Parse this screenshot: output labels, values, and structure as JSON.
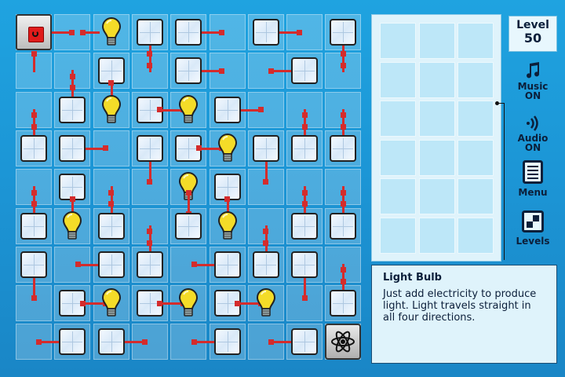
{
  "game": {
    "rows": 9,
    "cols": 9,
    "pieces": [
      {
        "type": "source",
        "r": 0,
        "c": 0,
        "right": true
      },
      {
        "type": "bulb",
        "r": 0,
        "c": 2,
        "left": true
      },
      {
        "type": "tile",
        "r": 0,
        "c": 3,
        "down": true
      },
      {
        "type": "tile",
        "r": 0,
        "c": 4,
        "right": true
      },
      {
        "type": "tile",
        "r": 0,
        "c": 6,
        "right": true
      },
      {
        "type": "tile",
        "r": 0,
        "c": 8,
        "down": true
      },
      {
        "type": "tile",
        "r": 1,
        "c": 2,
        "down": true
      },
      {
        "type": "tile",
        "r": 1,
        "c": 4,
        "right": true
      },
      {
        "type": "tile",
        "r": 1,
        "c": 7,
        "left": true
      },
      {
        "type": "wire",
        "r": 1,
        "c": 0,
        "up": true
      },
      {
        "type": "wire",
        "r": 1,
        "c": 1,
        "down": true
      },
      {
        "type": "wire",
        "r": 1,
        "c": 3,
        "up": true
      },
      {
        "type": "wire",
        "r": 1,
        "c": 8,
        "up": true
      },
      {
        "type": "tile",
        "r": 2,
        "c": 1,
        "up": true
      },
      {
        "type": "bulb",
        "r": 2,
        "c": 2,
        "up": true
      },
      {
        "type": "tile",
        "r": 2,
        "c": 3,
        "right": true
      },
      {
        "type": "bulb",
        "r": 2,
        "c": 4,
        "left": true
      },
      {
        "type": "tile",
        "r": 2,
        "c": 5,
        "right": true
      },
      {
        "type": "wire",
        "r": 2,
        "c": 0,
        "down": true
      },
      {
        "type": "wire",
        "r": 2,
        "c": 7,
        "down": true
      },
      {
        "type": "wire",
        "r": 2,
        "c": 8,
        "down": true
      },
      {
        "type": "tile",
        "r": 3,
        "c": 0,
        "up": true
      },
      {
        "type": "tile",
        "r": 3,
        "c": 1,
        "right": true
      },
      {
        "type": "tile",
        "r": 3,
        "c": 3,
        "down": true
      },
      {
        "type": "tile",
        "r": 3,
        "c": 4,
        "right": true
      },
      {
        "type": "bulb",
        "r": 3,
        "c": 5,
        "left": true
      },
      {
        "type": "tile",
        "r": 3,
        "c": 6,
        "down": true
      },
      {
        "type": "tile",
        "r": 3,
        "c": 7,
        "up": true
      },
      {
        "type": "tile",
        "r": 3,
        "c": 8,
        "up": true
      },
      {
        "type": "tile",
        "r": 4,
        "c": 1,
        "down": true
      },
      {
        "type": "bulb",
        "r": 4,
        "c": 4,
        "down": true
      },
      {
        "type": "tile",
        "r": 4,
        "c": 5,
        "down": true
      },
      {
        "type": "wire",
        "r": 4,
        "c": 0,
        "down": true
      },
      {
        "type": "wire",
        "r": 4,
        "c": 2,
        "down": true
      },
      {
        "type": "wire",
        "r": 4,
        "c": 7,
        "down": true
      },
      {
        "type": "wire",
        "r": 4,
        "c": 8,
        "down": true
      },
      {
        "type": "tile",
        "r": 5,
        "c": 0,
        "up": true
      },
      {
        "type": "bulb",
        "r": 5,
        "c": 1,
        "up": true
      },
      {
        "type": "tile",
        "r": 5,
        "c": 2,
        "up": true
      },
      {
        "type": "tile",
        "r": 5,
        "c": 4,
        "up": true
      },
      {
        "type": "bulb",
        "r": 5,
        "c": 5,
        "up": true
      },
      {
        "type": "tile",
        "r": 5,
        "c": 7,
        "up": true
      },
      {
        "type": "tile",
        "r": 5,
        "c": 8,
        "up": true
      },
      {
        "type": "wire",
        "r": 5,
        "c": 3,
        "down": true
      },
      {
        "type": "wire",
        "r": 5,
        "c": 6,
        "down": true
      },
      {
        "type": "tile",
        "r": 6,
        "c": 0,
        "down": true
      },
      {
        "type": "tile",
        "r": 6,
        "c": 2,
        "left": true
      },
      {
        "type": "tile",
        "r": 6,
        "c": 3,
        "up": true
      },
      {
        "type": "tile",
        "r": 6,
        "c": 5,
        "left": true
      },
      {
        "type": "tile",
        "r": 6,
        "c": 6,
        "up": true
      },
      {
        "type": "tile",
        "r": 6,
        "c": 7,
        "down": true
      },
      {
        "type": "wire",
        "r": 6,
        "c": 8,
        "down": true
      },
      {
        "type": "tile",
        "r": 7,
        "c": 1,
        "right": true
      },
      {
        "type": "bulb",
        "r": 7,
        "c": 2,
        "left": true
      },
      {
        "type": "tile",
        "r": 7,
        "c": 3,
        "right": true
      },
      {
        "type": "bulb",
        "r": 7,
        "c": 4,
        "left": true
      },
      {
        "type": "tile",
        "r": 7,
        "c": 5,
        "right": true
      },
      {
        "type": "bulb",
        "r": 7,
        "c": 6,
        "left": true
      },
      {
        "type": "tile",
        "r": 7,
        "c": 8,
        "up": true
      },
      {
        "type": "tile",
        "r": 8,
        "c": 1,
        "left": true
      },
      {
        "type": "tile",
        "r": 8,
        "c": 2,
        "right": true
      },
      {
        "type": "tile",
        "r": 8,
        "c": 5,
        "left": true
      },
      {
        "type": "tile",
        "r": 8,
        "c": 7,
        "left": true
      },
      {
        "type": "atom",
        "r": 8,
        "c": 8
      }
    ]
  },
  "palette": {
    "rows": 6,
    "cols": 3
  },
  "sidebar": {
    "level_label": "Level",
    "level_value": "50",
    "music": "Music\nON",
    "audio": "Audio\nON",
    "menu": "Menu",
    "levels": "Levels"
  },
  "info": {
    "title": "Light Bulb",
    "text": "Just add electricity to produce light. Light travels straight in all four directions."
  },
  "colors": {
    "wire": "#d42c2c",
    "bulb": "#f4dc28"
  }
}
